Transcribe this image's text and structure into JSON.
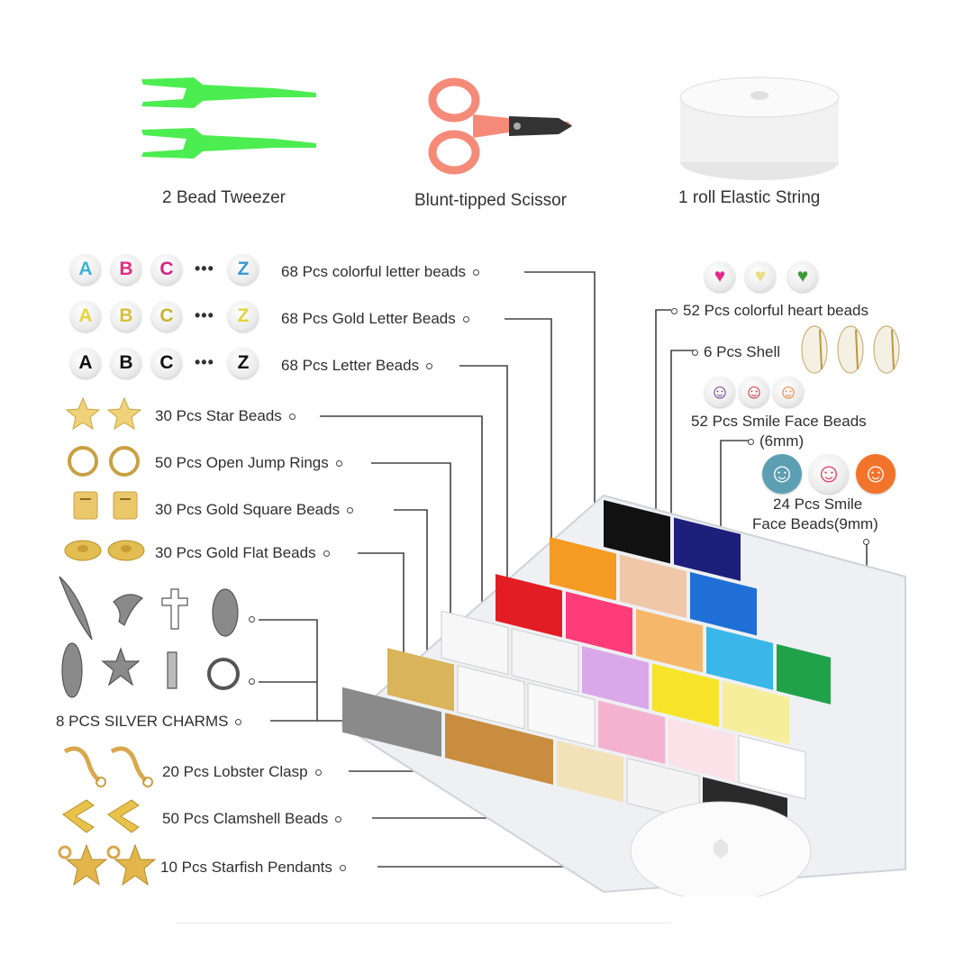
{
  "tools": [
    {
      "label": "2 Bead Tweezer",
      "icon": "tweezers-icon",
      "color": "#49ea4f"
    },
    {
      "label": "Blunt-tipped Scissor",
      "icon": "scissors-icon",
      "color": "#f48a76"
    },
    {
      "label": "1 roll Elastic String",
      "icon": "string-roll-icon",
      "color": "#f2f2f2"
    }
  ],
  "left_items": [
    {
      "label": "68 Pcs colorful letter beads",
      "beads": [
        "A",
        "B",
        "C",
        "Z"
      ],
      "bead_colors": [
        "#3fb3d6",
        "#e0307e",
        "#d8237e",
        "#3a9ad0"
      ]
    },
    {
      "label": "68 Pcs Gold Letter Beads",
      "beads": [
        "A",
        "B",
        "C",
        "Z"
      ],
      "bead_colors": [
        "#e8d43a",
        "#d7c03a",
        "#c9b42e",
        "#e2d43a"
      ]
    },
    {
      "label": "68 Pcs Letter Beads",
      "beads": [
        "A",
        "B",
        "C",
        "Z"
      ],
      "bead_colors": [
        "#111111",
        "#111111",
        "#111111",
        "#111111"
      ]
    },
    {
      "label": "30 Pcs Star Beads",
      "icon": "star-bead-icon"
    },
    {
      "label": "50 Pcs Open Jump Rings",
      "icon": "jump-ring-icon"
    },
    {
      "label": "30 Pcs Gold Square Beads",
      "icon": "square-bead-icon"
    },
    {
      "label": "30 Pcs Gold Flat Beads",
      "icon": "flat-bead-icon"
    },
    {
      "label": "8 PCS SILVER CHARMS",
      "charms": [
        "feather",
        "dolphin",
        "cross",
        "leaf",
        "leaf",
        "starfish",
        "bone",
        "ship-wheel"
      ]
    },
    {
      "label": "20 Pcs Lobster Clasp",
      "icon": "lobster-clasp-icon"
    },
    {
      "label": "50 Pcs Clamshell Beads",
      "icon": "clamshell-icon"
    },
    {
      "label": "10 Pcs Starfish Pendants",
      "icon": "starfish-pendant-icon"
    }
  ],
  "right_items": [
    {
      "label": "52 Pcs colorful heart beads",
      "colors": [
        "#e8288a",
        "#f2e9a4",
        "#3d9a3a"
      ]
    },
    {
      "label": "6 Pcs Shell"
    },
    {
      "label_line1": "52 Pcs Smile Face Beads",
      "label_line2": "(6mm)",
      "colors": [
        "#6b2c8a",
        "#c9252e",
        "#e87a2c"
      ]
    },
    {
      "label_line1": "24 Pcs Smile",
      "label_line2": "Face Beads(9mm)",
      "colors": [
        "#5d9fb2",
        "#e8dede",
        "#f2732a"
      ]
    }
  ],
  "ellipsis": "•••",
  "box_colors": [
    "#111111",
    "#1d1f7a",
    "#f59a22",
    "#f0c7a8",
    "#1f6fd6",
    "#e31d24",
    "#ff3c7a",
    "#f5b86a",
    "#3bb6e8",
    "#21a24a",
    "#f7e32a",
    "#d9a8e8",
    "#f3b3cf",
    "#f6ee9a",
    "#ffffff"
  ]
}
